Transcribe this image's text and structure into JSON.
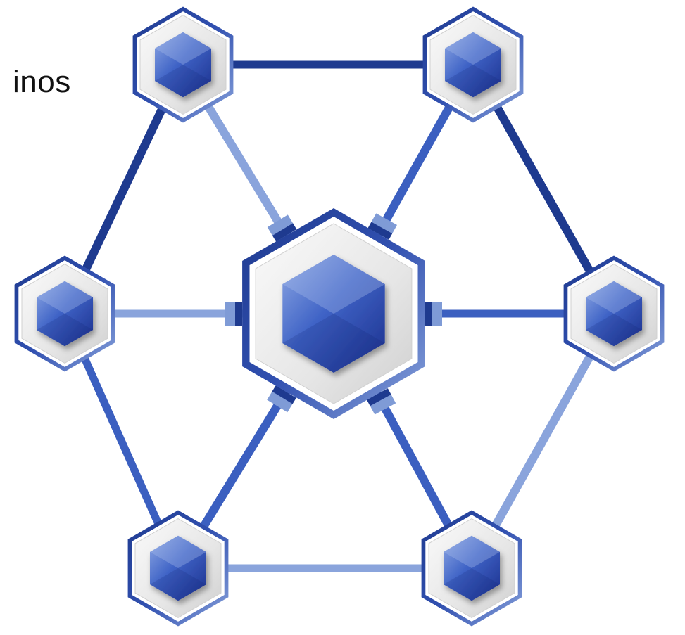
{
  "caption_fragment": "inos",
  "colors": {
    "dark_blue": "#1e3a8f",
    "mid_blue": "#3b5fc0",
    "light_blue": "#8aa4dc",
    "ring_light": "#7f9bd6",
    "frame_grey": "#e9e9e9"
  },
  "icons": {
    "hub": "hexagon-cube-hub-icon",
    "node": "hexagon-cube-node-icon"
  },
  "diagram": {
    "hub": {
      "id": "hub"
    },
    "nodes": [
      {
        "id": "top-left"
      },
      {
        "id": "top-right"
      },
      {
        "id": "left"
      },
      {
        "id": "right"
      },
      {
        "id": "bottom-left"
      },
      {
        "id": "bottom-right"
      }
    ],
    "outer_links": [
      {
        "from": "top-left",
        "to": "top-right"
      },
      {
        "from": "top-right",
        "to": "right"
      },
      {
        "from": "right",
        "to": "bottom-right"
      },
      {
        "from": "bottom-right",
        "to": "bottom-left"
      },
      {
        "from": "bottom-left",
        "to": "left"
      },
      {
        "from": "left",
        "to": "top-left"
      }
    ],
    "spokes": [
      {
        "from": "hub",
        "to": "top-left"
      },
      {
        "from": "hub",
        "to": "top-right"
      },
      {
        "from": "hub",
        "to": "left"
      },
      {
        "from": "hub",
        "to": "right"
      },
      {
        "from": "hub",
        "to": "bottom-left"
      },
      {
        "from": "hub",
        "to": "bottom-right"
      }
    ]
  }
}
